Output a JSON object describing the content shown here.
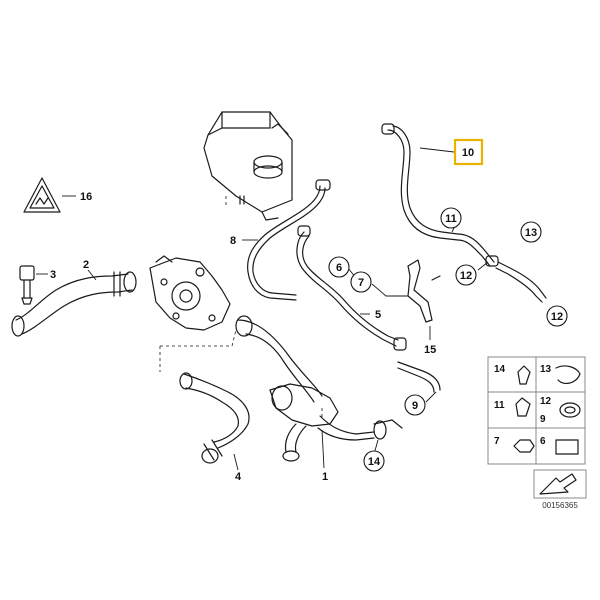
{
  "diagram_code": "00156365",
  "highlight_color": "#e8b400",
  "callouts": {
    "c1": "1",
    "c2": "2",
    "c3": "3",
    "c4": "4",
    "c5": "5",
    "c6": "6",
    "c7": "7",
    "c8": "8",
    "c9": "9",
    "c10": "10",
    "c11": "11",
    "c12a": "12",
    "c12b": "12",
    "c13": "13",
    "c14": "14",
    "c15": "15",
    "c16": "16"
  },
  "legend": {
    "r1a": "14",
    "r1b": "13",
    "r2a": "11",
    "r2b": "12",
    "r2c": "9",
    "r3a": "7",
    "r3b": "6"
  },
  "warning_icon": "warning-triangle-icon",
  "direction_icon": "arrow-icon"
}
